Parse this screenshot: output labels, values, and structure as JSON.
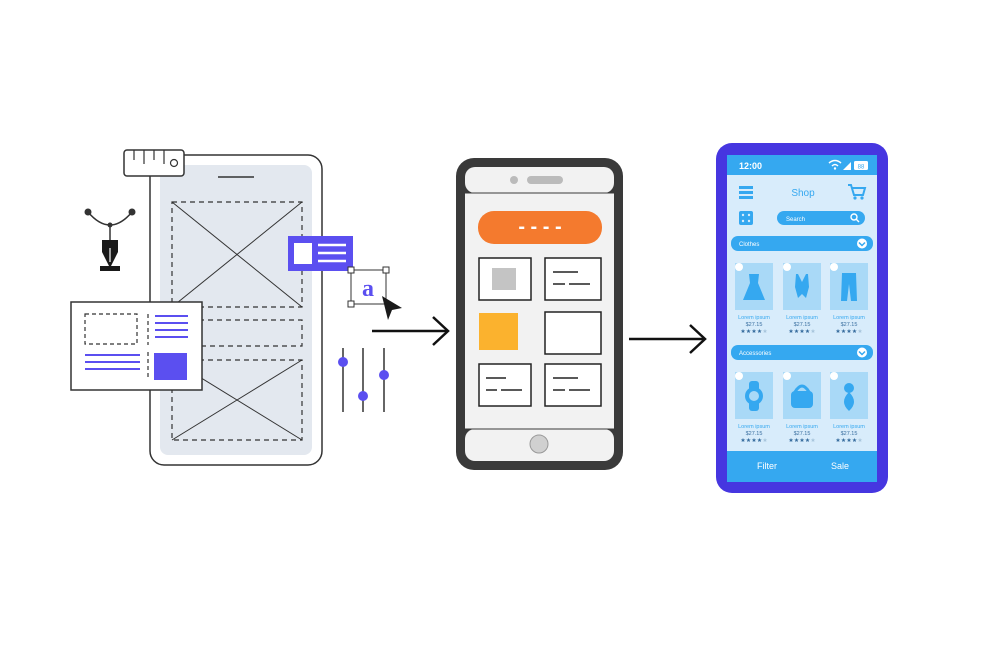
{
  "wireframe": {
    "icon_letter": "a",
    "tools": [
      "ruler-icon",
      "pen-tool-icon",
      "text-box-icon",
      "cursor-icon",
      "sliders-icon"
    ]
  },
  "mockup": {
    "header_button_text": "- - - -"
  },
  "app": {
    "status_time": "12:00",
    "status_battery": "88",
    "title": "Shop",
    "search_placeholder": "Search",
    "sections": [
      {
        "title": "Clothes",
        "products": [
          {
            "name": "Lorem ipsum",
            "price": "$27.15",
            "rating": 4,
            "icon": "dress-icon"
          },
          {
            "name": "Lorem ipsum",
            "price": "$27.15",
            "rating": 4,
            "icon": "swimsuit-icon"
          },
          {
            "name": "Lorem ipsum",
            "price": "$27.15",
            "rating": 4,
            "icon": "trousers-icon"
          }
        ]
      },
      {
        "title": "Accessories",
        "products": [
          {
            "name": "Lorem ipsum",
            "price": "$27.15",
            "rating": 4,
            "icon": "watch-icon"
          },
          {
            "name": "Lorem ipsum",
            "price": "$27.15",
            "rating": 4,
            "icon": "handbag-icon"
          },
          {
            "name": "Lorem ipsum",
            "price": "$27.15",
            "rating": 4,
            "icon": "pendant-icon"
          }
        ]
      }
    ],
    "footer": {
      "filter_label": "Filter",
      "sale_label": "Sale"
    },
    "colors": {
      "frame": "#4636e0",
      "screen": "#d8ecfb",
      "accent": "#35a8f0",
      "card": "#a9d9f7",
      "dark": "#1a1a1a"
    }
  }
}
